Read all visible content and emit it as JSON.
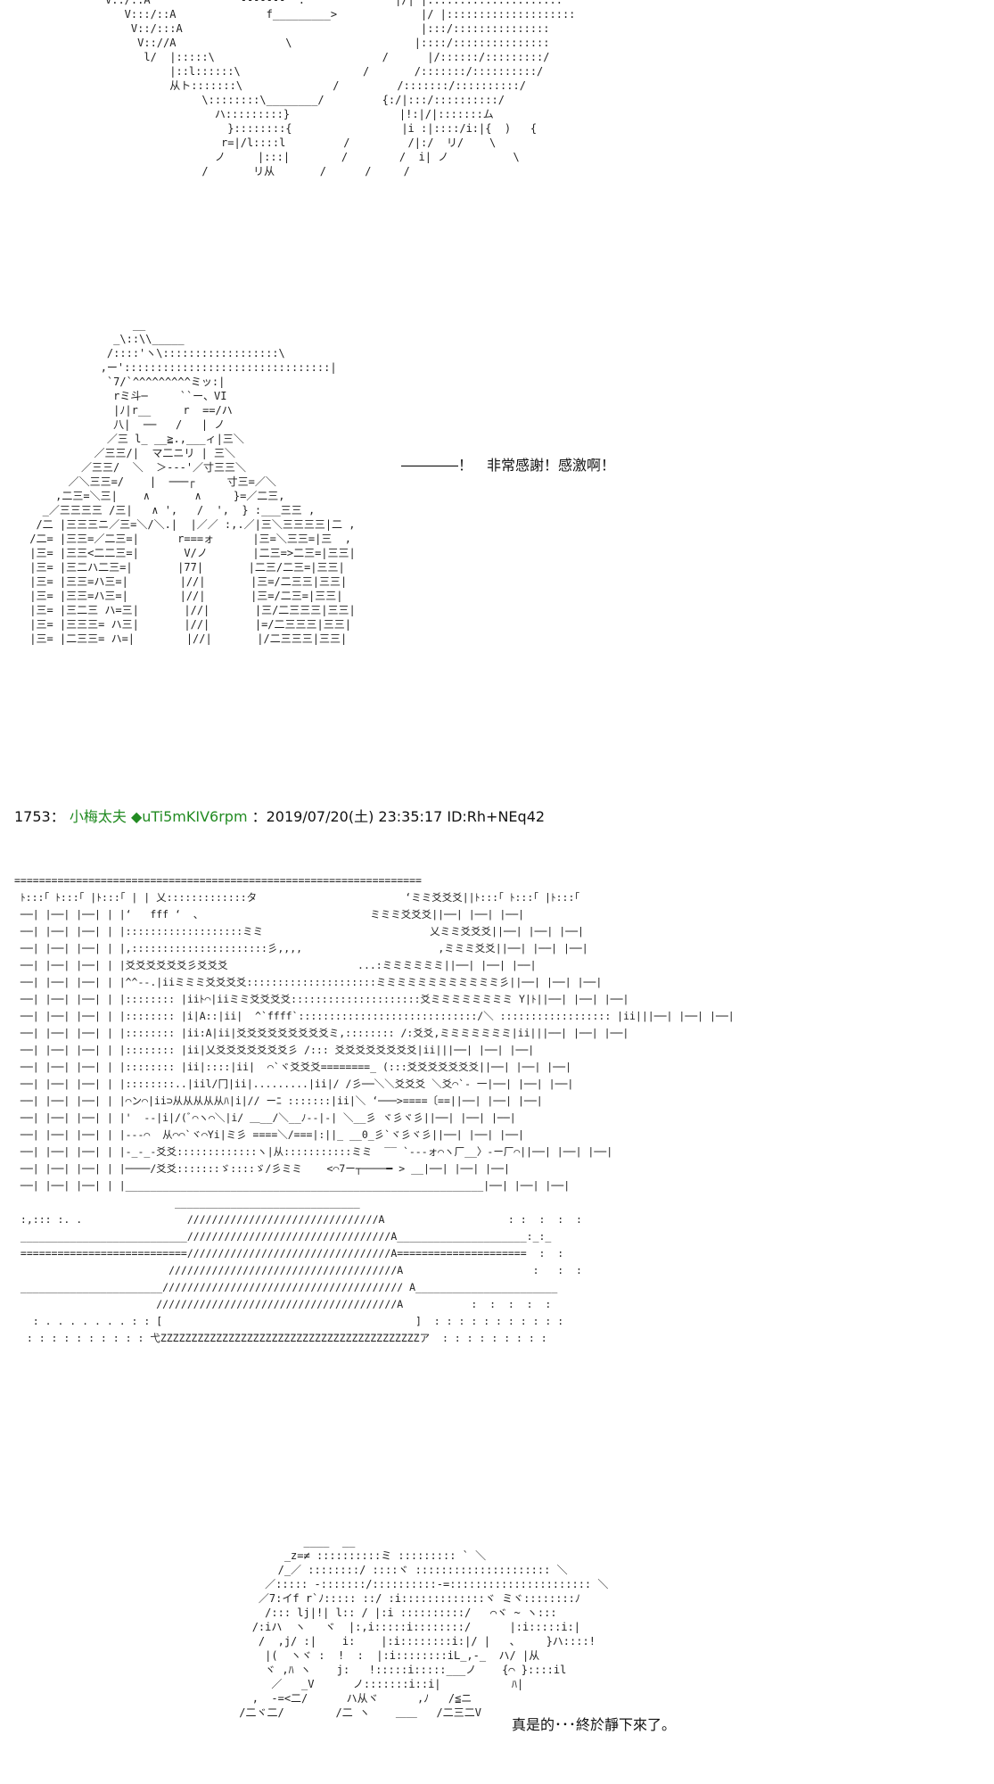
{
  "top_figure_art": "V::/::A              -------  .              |/| |:::::::::::::::::::::\n   V:::/::A              f_________>             |/ |::::::::::::::::::::\n    V::/:::A                                     |:::/:::::::::::::::\n     V:://A                 \\                   |::::/:::::::::::::::\n      l/  |:::::\\                          /      |/::::::/:::::::::/\n          |::l::::::\\                   /       /:::::::/::::::::::/\n          从ト:::::::\\              /         /:::::::/::::::::::/\n               \\::::::::\\________/         {:/|:::/::::::::::/\n                 ハ:::::::::}                 |!:|/|:::::::ム\n                   }::::::::{                 |i :|::::/i:|{  )   {\n                  r=|/l::::l         /         /|:/  リ/    \\\n                 ノ     |:::|        /        /  i| ノ          \\\n               /       リ从       /      /     /",
  "mid_figure_art": "                 __\n              _\\::\\\\_____\n             /::::'ヽ\\::::::::::::::::::\\\n            ,ー'::::::::::::::::::::::::::::::::|\n             `7/`^^^^^^^^^ミッ:|\n              rミ斗─     ``ー、VI\n              |ﾉ|r__     r  ==/ハ\n              八|  ──   /   | ノ\n             ／三 l_ __≧.,___ィ|三＼\n           ／三三/|  マ二ニリ | 三＼\n         ／三三/  ＼  ＞---'／寸三三＼\n       ／＼三三=/    |  ───┌     寸三=／＼\n     ,二三=＼三|    ∧       ∧     }=／二三,\n   _／三三三三 /三|   ∧ ',   /  ',  } :___三三 ,\n  /二 |三三三ニ／三=＼/＼.|  |／／ :,.／|三＼三三三三|二 ,\n /二= |三三=／二三=|      r===ォ      |三=＼三三=|三  ,\n |三= |三三<二二三=|       V/ノ       |二三=>二三=|三三|\n |三= |三二ハ二三=|       |77|       |二三/二三=|三三|\n |三= |三三=ハ三=|        |//|       |三=/二三三|三三|\n |三= |三三=ハ三=|        |//|       |三=/二三=|三三|\n |三= |三二三 ハ=三|       |//|       |三/二三三三|三三|\n |三= |三三三= ハ三|       |//|       |=/二三三三|三三|\n |三= |二三三= ハ=|        |//|       |/二三三三|三三|",
  "speech_1": "――――！　非常感謝！感激啊！",
  "post": {
    "number": "1753",
    "sep": "：",
    "name": "小梅太夫",
    "trip": "◆uTi5mKIV6rpm",
    "datetime": "：2019/07/20(土) 23:35:17 ID:Rh+NEq42"
  },
  "scene_art": "==================================================================\n ﾄ:::｢ ﾄ:::｢ |ﾄ:::｢ | | 乂:::::::::::::タ                        ‘ミミ爻爻爻||ﾄ:::｢ ﾄ:::｢ |ﾄ:::｢\n ──| |──| |──| | |‘   fff ‘  、                           ミミミ爻爻爻||──| |──| |──|\n ──| |──| |──| | |:::::::::::::::::::ミミ                           乂ミミ爻爻爻||──| |──| |──|\n ──| |──| |──| | |,::::::::::::::::::::::彡,,,,                      ,ミミミ爻爻||──| |──| |──|\n ──| |──| |──| | |爻爻爻爻爻爻彡爻爻爻                     ...:ミミミミミミ||──| |──| |──|\n ──| |──| |──| | |^^--.|iiミミミ爻爻爻爻:::::::::::::::::::::ミミミミミミミミミミミミ彡||──| |──| |──|\n ──| |──| |──| | |:::::::: |iiﾄ⌒|iiミミ爻爻爻爻:::::::::::::::::::::爻ミミミミミミミミ Y|ﾄ||──| |──| |──|\n ──| |──| |──| | |:::::::: |i|A::|ii|  ^`ffff`:::::::::::::::::::::::::::::/＼ :::::::::::::::::: |ii|||──| |──| |──|\n ──| |──| |──| | |:::::::: |ii:A|ii|爻爻爻爻爻爻爻爻爻ミ,:::::::: /:爻爻,ミミミミミミミ|ii|||──| |──| |──|\n ──| |──| |──| | |:::::::: |ii|乂爻爻爻爻爻爻爻彡 /::: 爻爻爻爻爻爻爻爻|ii|||──| |──| |──|\n ──| |──| |──| | |:::::::: |ii|::::|ii|  ⌒`ヾ爻爻爻========_ (:::爻爻爻爻爻爻爻||──| |──| |──|\n ──| |──| |──| | |::::::::..|iil/冂|ii|.........|ii|/ /彡──＼＼爻爻爻 ＼爻⌒`‐ 一|──| |──| |──|\n ──| |──| |──| | |⌒ン⌒|ii⊃从从从从从ﾊ|i|// ーﾆ :::::::|ii|＼ ‘───>====〔==||──| |──| |──|\n ──| |──| |──| | |'  ‐‐|i|/(ﾞ⌒ヽ⌒＼|i/ ＿__/＼__ﾉ--|-| ＼__彡 ヾ彡ヾ彡||──| |──| |──|\n ──| |──| |──| | |--‐⌒  从⌒⌒`ヾ⌒Yi|ミ彡 ====＼/===|:||_ __0_彡`ヾ彡ヾ彡||──| |──| |──|\n ──| |──| |──| | |-_-_-爻爻:::::::::::::ヽ|从:::::::::::ミミ  ‾‾ `‐‐‐ォ⌒ヽ厂__〉‐ー厂⌒||──| |──| |──|\n ──| |──| |──| | |────/爻爻:::::::ゞ::::ゞ/彡ミミ    <⌒7ー┬────━ > __|──| |──| |──|\n ──| |──| |──| | |__________________________________________________________|──| |──| |──|\n                          ______________________________\n :,::: :. .                 ///////////////////////////////A                    : :  :  :  :\n ___________________________/////////////////////////////////A_____________________:_:_\n ===========================/////////////////////////////////A=====================  :  :\n                         /////////////////////////////////////A                     :   :  :\n _______________________/////////////////////////////////////// A_______________________\n                       ///////////////////////////////////////A           :  :  :  :  :\n   : . . . . . . . : : [                                         ]  : : : : : : : : : : :\n  : : : : : : : : : : 弋ZZZZZZZZZZZZZZZZZZZZZZZZZZZZZZZZZZZZZZZZZZア  : : : : : : : : :",
  "bottom_figure_art": "                    ____  __\n                 _z=≠ ::::::::::ミ ::::::::: ` ＼\n                /_／ ::::::::/ ::::ヾ ::::::::::::::::::::: ＼\n              ／::::: -:::::::/::::::::::-=:::::::::::::::::::::: ＼\n             ／7:イf r`ﾉ::::: ::/ :i:::::::::::::ヾ ミヾ::::::::ﾉ\n              /::: lj|!| l:: / |:i ::::::::::/   ⌒ヾ ~ ヽ:::\n            /:iハ  ヽ   ヾ  |:,i:::::i::::::::/      |:i:::::i:|\n             /  ,j/ :|    i:    |:i::::::::i:|/ |   、    }ハ::::!\n              |(  ヽヾ :  !  :  |:i::::::::iL_,-_  ハ/ |从\n              ヾ ,ﾊ ヽ    j:   !:::::i:::::___ノ    {⌒ }::::il\n               ／   _V      ノ:::::::i::i|           ﾊ|\n            ,  -=<二/      ハ从ヾ      ,ﾉ   /≦ニ\n          /二ヾ二/        /二 ヽ    ＿＿   /二三二V",
  "speech_2": "真是的･･･終於靜下來了。"
}
